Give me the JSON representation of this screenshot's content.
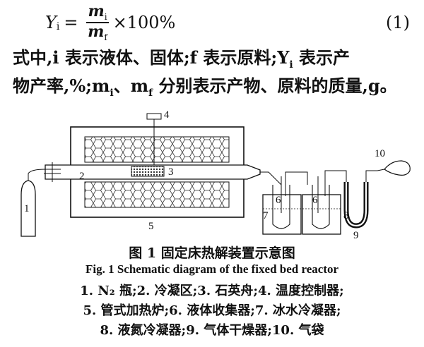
{
  "equation": {
    "lhs": "Y",
    "lhs_sub": "i",
    "equals": "=",
    "numerator": "m",
    "numerator_sub": "i",
    "denominator": "m",
    "denominator_sub": "f",
    "times_text": "×100%",
    "number": "(1)"
  },
  "paragraph": {
    "line1": "式中,i 表示液体、固体;f 表示原料;Y",
    "line1_sub": "i",
    "line1_end": " 表示产",
    "line2": "物产率,%;m",
    "line2_sub1": "i",
    "line2_mid": "、m",
    "line2_sub2": "f",
    "line2_end": " 分别表示产物、原料的质量,g。"
  },
  "figure": {
    "labels": [
      "1",
      "2",
      "3",
      "4",
      "5",
      "6",
      "6",
      "7",
      "8",
      "9",
      "10"
    ]
  },
  "caption": {
    "cn": "图 1   固定床热解装置示意图",
    "en": "Fig. 1    Schematic diagram of the fixed bed reactor"
  },
  "legend": {
    "line1": "1. N₂ 瓶;2. 冷凝区;3. 石英舟;4. 温度控制器;",
    "line2": "5. 管式加热炉;6. 液体收集器;7. 冰水冷凝器;",
    "line3": "8. 液氮冷凝器;9. 气体干燥器;10. 气袋"
  },
  "colors": {
    "ink": "#111111",
    "paper": "#ffffff"
  }
}
